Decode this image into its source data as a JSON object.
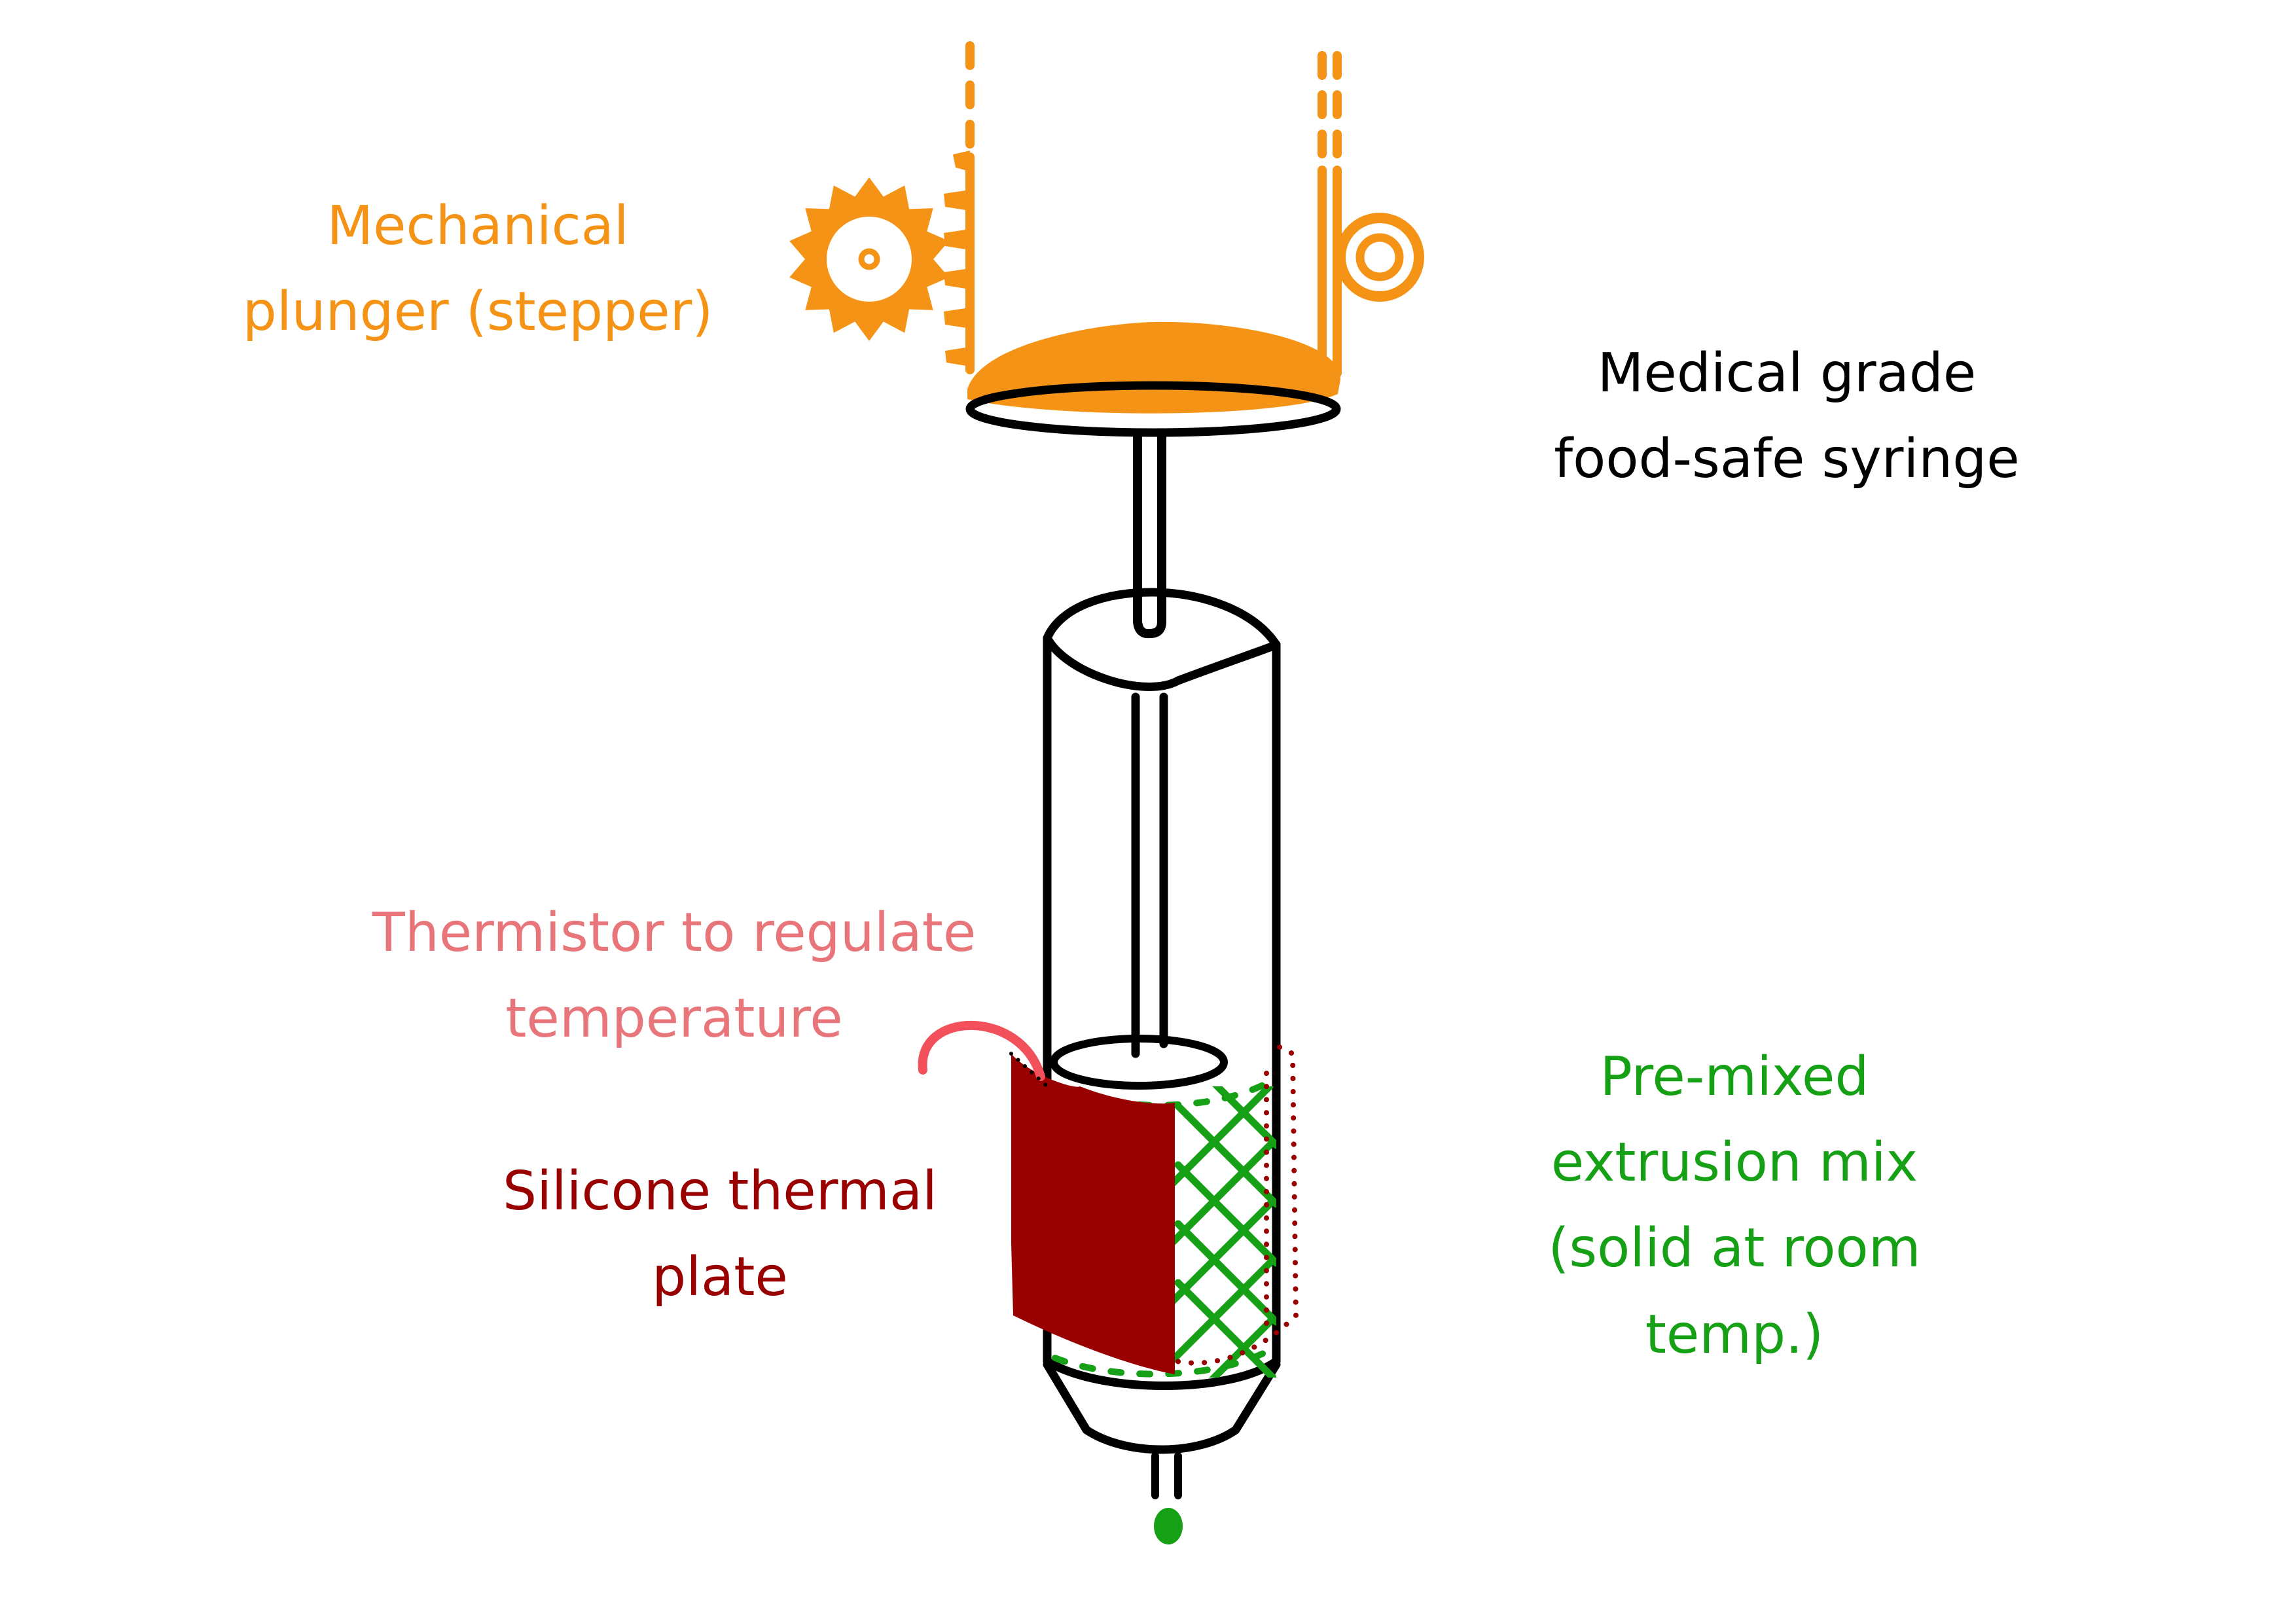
{
  "colors": {
    "plunger": "#f59316",
    "outline": "#000000",
    "thermistor": "#e8757a",
    "thermistor_wire": "#f2515b",
    "thermal_plate": "#990000",
    "mix": "#15a015"
  },
  "labels": {
    "plunger": {
      "line1": "Mechanical",
      "line2": "plunger (stepper)"
    },
    "syringe": {
      "line1": "Medical grade",
      "line2": "food-safe syringe"
    },
    "thermistor": {
      "line1": "Thermistor to regulate",
      "line2": "temperature"
    },
    "thermal_plate": {
      "line1": "Silicone thermal",
      "line2": "plate"
    },
    "mix": {
      "line1": "Pre-mixed",
      "line2": "extrusion mix",
      "line3": "(solid at room",
      "line4": "temp.)"
    }
  },
  "icons": [
    "gear-icon",
    "pulley-icon"
  ]
}
